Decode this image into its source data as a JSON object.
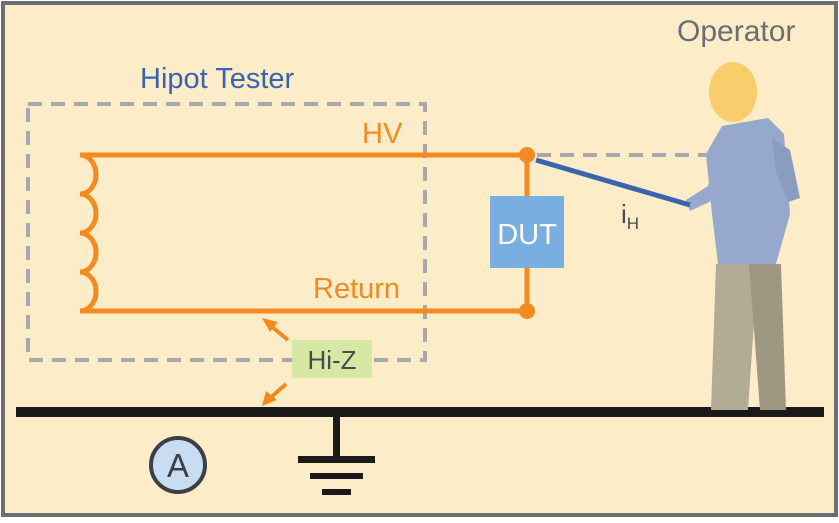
{
  "labels": {
    "tester": "Hipot Tester",
    "operator": "Operator",
    "hv": "HV",
    "return": "Return",
    "dut": "DUT",
    "current_main": "i",
    "current_sub": "H",
    "hiz": "Hi-Z",
    "ammeter": "A"
  },
  "colors": {
    "background": "#fdecc8",
    "frame": "#6d6e71",
    "wire": "#f58a20",
    "tester_box": "#a7a9ac",
    "tester_label": "#3a64b0",
    "dut_fill": "#79aee0",
    "dut_text": "#ffffff",
    "hiz_fill": "#d6e9a4",
    "ground": "#1a1a1a",
    "operator_skin": "#f9cd6c",
    "operator_shirt": "#96a9cc",
    "operator_pants": "#b2ab95",
    "probe": "#3a64b0",
    "current_text": "#4a4a4a",
    "ammeter_fill": "#c8dcf2"
  }
}
